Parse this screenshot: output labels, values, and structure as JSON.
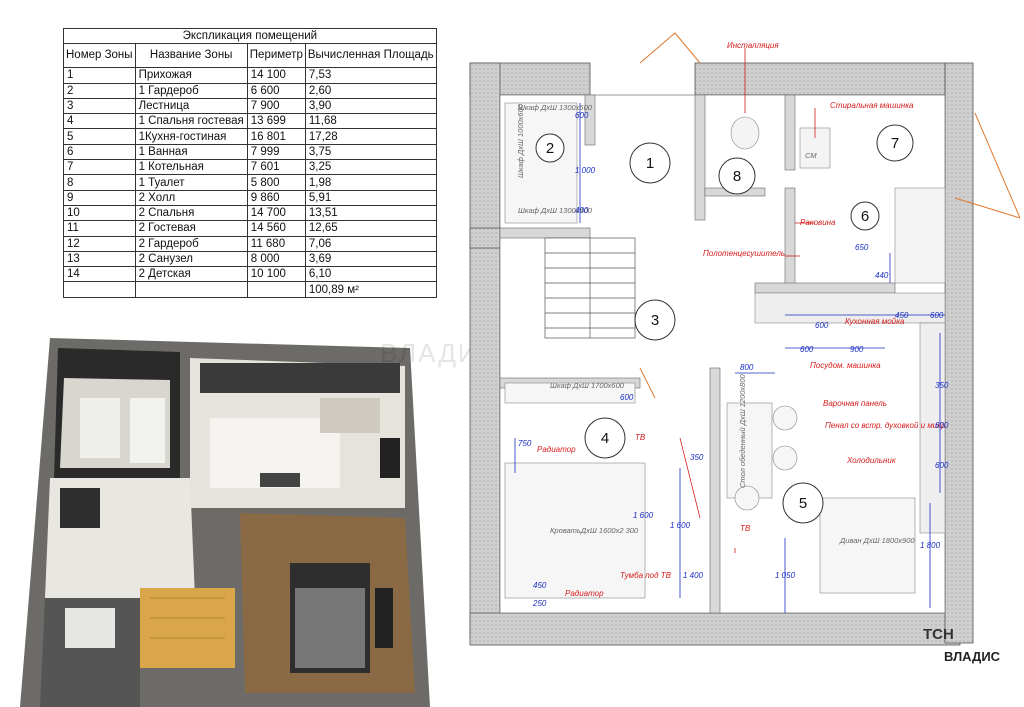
{
  "explication": {
    "caption": "Экспликация помещений",
    "headers": [
      "Номер Зоны",
      "Название Зоны",
      "Периметр",
      "Вычисленная Площадь"
    ],
    "rows": [
      [
        "1",
        "Прихожая",
        "14 100",
        "7,53"
      ],
      [
        "2",
        "1 Гардероб",
        "6 600",
        "2,60"
      ],
      [
        "3",
        "Лестница",
        "7 900",
        "3,90"
      ],
      [
        "4",
        "1 Спальня гостевая",
        "13 699",
        "11,68"
      ],
      [
        "5",
        "1Кухня-гостиная",
        "16 801",
        "17,28"
      ],
      [
        "6",
        "1 Ванная",
        "7 999",
        "3,75"
      ],
      [
        "7",
        "1 Котельная",
        "7 601",
        "3,25"
      ],
      [
        "8",
        "1 Туалет",
        "5 800",
        "1,98"
      ],
      [
        "9",
        "2 Холл",
        "9 860",
        "5,91"
      ],
      [
        "10",
        "2 Спальня",
        "14 700",
        "13,51"
      ],
      [
        "11",
        "2 Гостевая",
        "14 560",
        "12,65"
      ],
      [
        "12",
        "2 Гардероб",
        "11 680",
        "7,06"
      ],
      [
        "13",
        "2 Санузел",
        "8 000",
        "3,69"
      ],
      [
        "14",
        "2 Детская",
        "10 100",
        "6,10"
      ]
    ],
    "total": "100,89 м²"
  },
  "plan": {
    "rooms": [
      "1",
      "2",
      "3",
      "4",
      "5",
      "6",
      "7",
      "8"
    ],
    "red_labels": {
      "install": "Инсталляция",
      "washer": "Стиральная машинка",
      "sink": "Раковина",
      "towel": "Полотенцесушитель",
      "kitchen_sink": "Кухонная мойка",
      "dishwasher": "Посудом. машинка",
      "hob": "Варочная панель",
      "oven": "Пенал со встр. духовкой и микр.",
      "fridge": "Холодильник",
      "radiator1": "Радиатор",
      "radiator2": "Радиатор",
      "tv1": "ТВ",
      "tv2": "ТВ",
      "tv_stand": "Тумба под ТВ"
    },
    "gray_labels": {
      "wardrobe1": "Шкаф ДхШ 1300х600",
      "wardrobe2": "Шкаф ДхШ 1000х600",
      "wardrobe3": "Шкаф ДхШ 1300х400",
      "wardrobe4": "Шкаф ДхШ 1700х600",
      "bed": "КроватьДхШ 1600х2 300",
      "table": "Стол обеденный ДхШ 1200х800",
      "sofa": "Диван ДхШ 1800х900",
      "cm": "СМ"
    },
    "dims": {
      "d600a": "600",
      "d1000": "1 000",
      "d400": "400",
      "d650": "650",
      "d440": "440",
      "d450": "450",
      "d600b": "600",
      "d600c": "600",
      "d600d": "600",
      "d900": "900",
      "d800": "800",
      "d350a": "350",
      "d600e": "600",
      "d600f": "600",
      "d350b": "350",
      "d600g": "600",
      "d750": "750",
      "d1600a": "1 600",
      "d1600b": "1 600",
      "d1400": "1 400",
      "d1050": "1 050",
      "d1800": "1 800",
      "d250": "250",
      "d450b": "450",
      "d600h": "600"
    }
  },
  "watermark": "ВЛАДИС",
  "brand": {
    "tsn": "ТСН",
    "vladis": "ВЛАДИС"
  },
  "colors": {
    "wall": "#cfcfcf",
    "red": "#d41c1c",
    "blue": "#1a2fc4",
    "door": "#e07a30"
  }
}
